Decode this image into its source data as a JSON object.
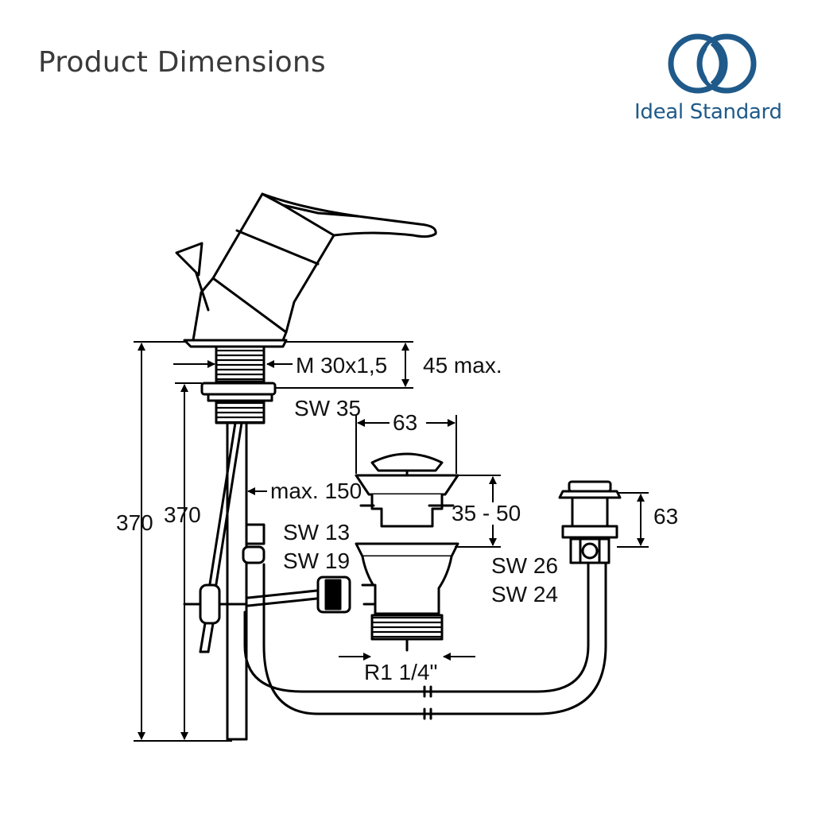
{
  "page": {
    "title": "Product Dimensions"
  },
  "brand": {
    "name": "Ideal Standard",
    "color": "#1f5a8a",
    "logo_icon": "interlocking-rings-logo"
  },
  "drawing": {
    "labels": {
      "thread": "M 30x1,5",
      "tap_height": "45 max.",
      "wrench_35": "SW 35",
      "waste_width": "63",
      "reach": "max. 150",
      "waste_range": "35 - 50",
      "wrench_13": "SW 13",
      "wrench_19": "SW 19",
      "wrench_26": "SW 26",
      "wrench_24": "SW 24",
      "knob_height": "63",
      "outlet_thread": "R1 1/4\"",
      "total_height_outer": "370",
      "total_height_inner": "370"
    }
  }
}
